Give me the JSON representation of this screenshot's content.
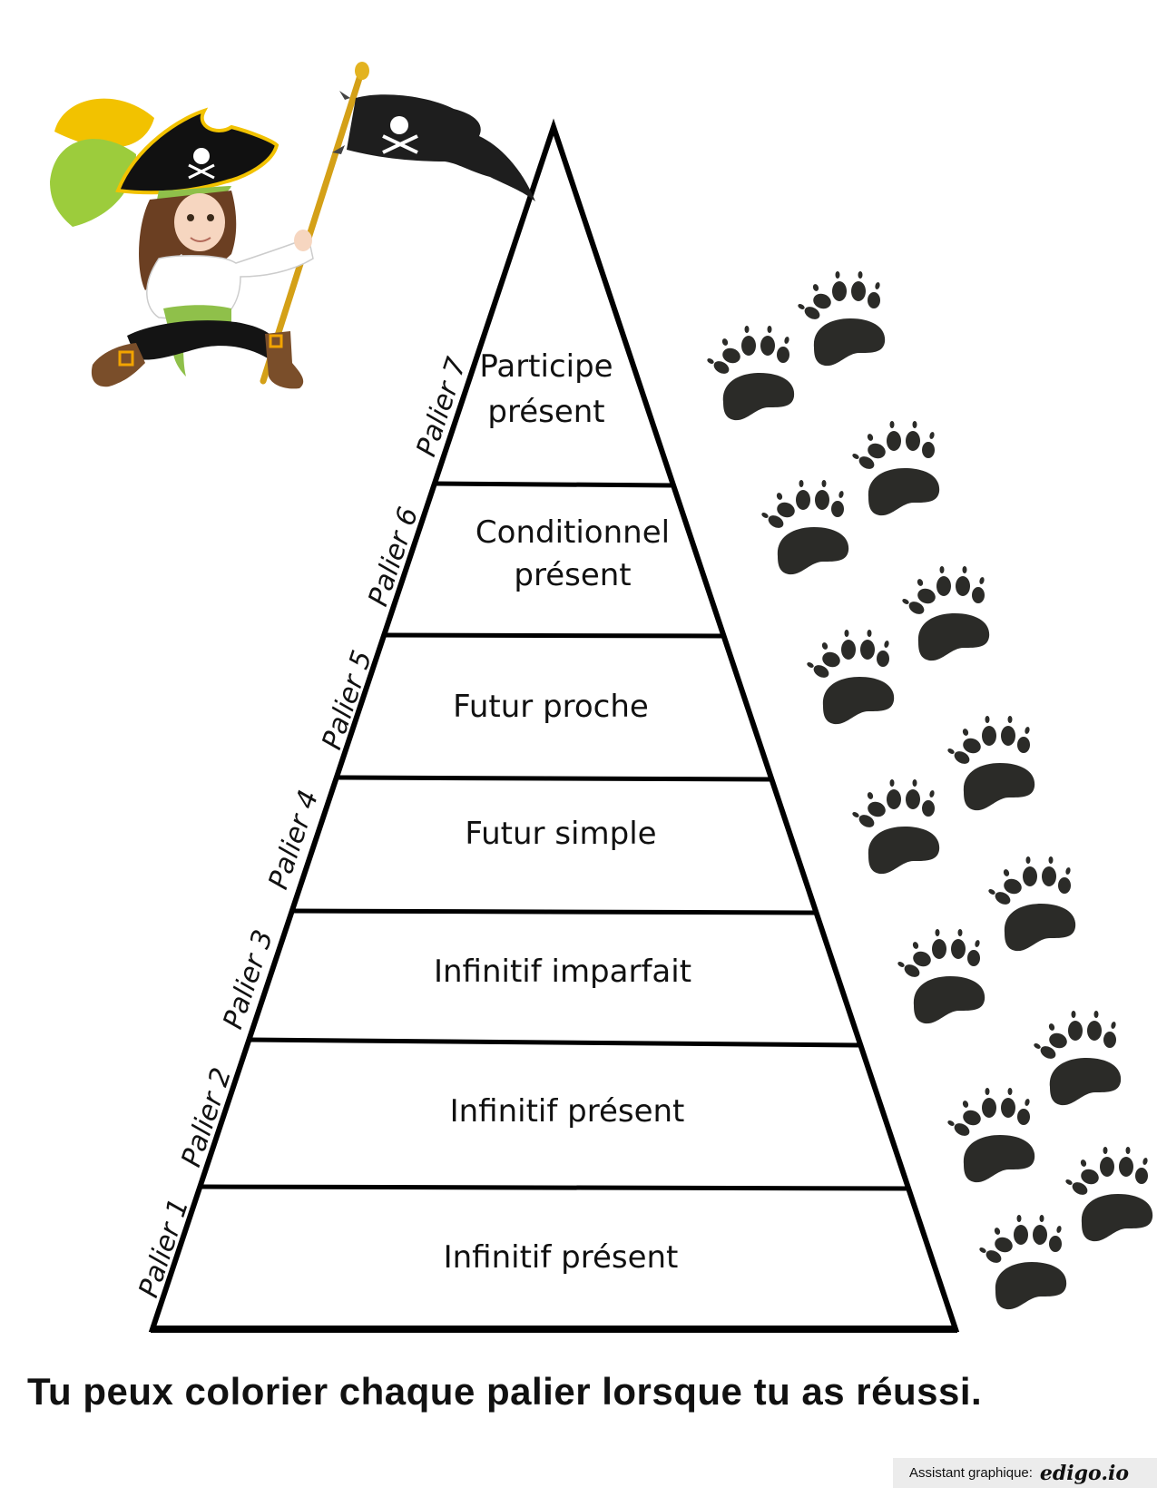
{
  "worksheet": {
    "caption": "Tu peux colorier chaque palier lorsque tu as réussi.",
    "credit": {
      "label": "Assistant graphique:",
      "brand": "edigo.io"
    }
  },
  "pyramid": {
    "tiers": [
      {
        "palier": "Palier 7",
        "lines": [
          "Participe",
          "présent"
        ]
      },
      {
        "palier": "Palier 6",
        "lines": [
          "Conditionnel",
          "présent"
        ]
      },
      {
        "palier": "Palier 5",
        "lines": [
          "Futur proche"
        ]
      },
      {
        "palier": "Palier 4",
        "lines": [
          "Futur simple"
        ]
      },
      {
        "palier": "Palier 3",
        "lines": [
          "Infinitif imparfait"
        ]
      },
      {
        "palier": "Palier 2",
        "lines": [
          "Infinitif présent"
        ]
      },
      {
        "palier": "Palier 1",
        "lines": [
          "Infinitif présent"
        ]
      }
    ]
  },
  "illustration": {
    "character": "pirate-girl-with-flag",
    "flag": "jolly-roger-flag",
    "decorations": "bear-paw-prints"
  },
  "colors": {
    "ink": "#111111",
    "paw": "#2b2b28",
    "hat_trim": "#f2c200",
    "feather_green": "#9ccc3c",
    "sash_green": "#8fc04a",
    "pole_gold": "#d4a017",
    "boot_brown": "#7a4e2a",
    "credit_bg": "#ececec"
  }
}
